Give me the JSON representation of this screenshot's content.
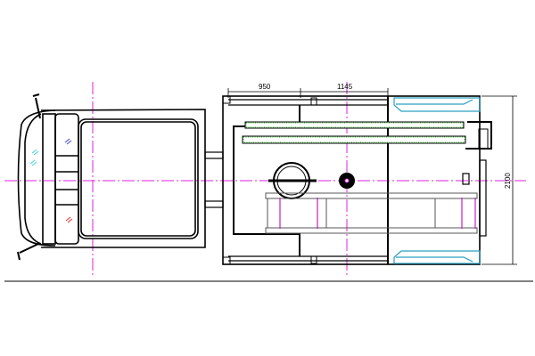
{
  "drawing": {
    "dimensions": {
      "length_1": "950",
      "length_2": "1145",
      "width": "2100"
    },
    "colors": {
      "line": "#000000",
      "centerline": "#e020e0",
      "hose": "#22cc22",
      "cabinet": "#2aa0c0",
      "glass_cyan": "#40d0e0",
      "glass_blue": "#4040d0",
      "glass_red": "#e03030"
    }
  }
}
